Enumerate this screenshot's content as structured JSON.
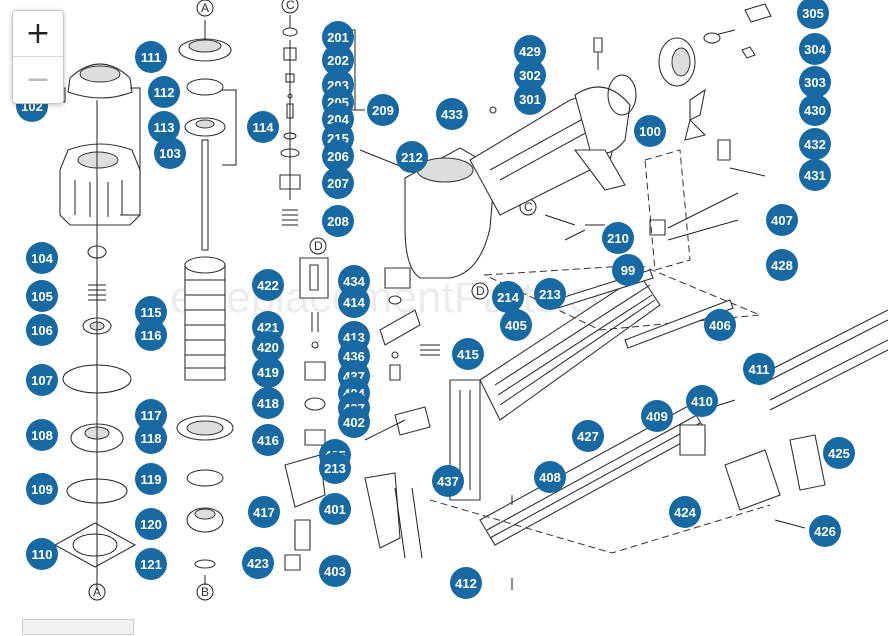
{
  "zoom_control": {
    "zoom_in_label": "+",
    "zoom_out_label": "−"
  },
  "watermark": "eReplacementParts.com",
  "section_letters": [
    "A",
    "C",
    "D",
    "B"
  ],
  "part_labels": [
    {
      "id": "p102",
      "label": "102"
    },
    {
      "id": "p103",
      "label": "103"
    },
    {
      "id": "p104",
      "label": "104"
    },
    {
      "id": "p105",
      "label": "105"
    },
    {
      "id": "p106",
      "label": "106"
    },
    {
      "id": "p107",
      "label": "107"
    },
    {
      "id": "p108",
      "label": "108"
    },
    {
      "id": "p109",
      "label": "109"
    },
    {
      "id": "p110",
      "label": "110"
    },
    {
      "id": "p111",
      "label": "111"
    },
    {
      "id": "p112",
      "label": "112"
    },
    {
      "id": "p113",
      "label": "113"
    },
    {
      "id": "p114",
      "label": "114"
    },
    {
      "id": "p115",
      "label": "115"
    },
    {
      "id": "p116",
      "label": "116"
    },
    {
      "id": "p117",
      "label": "117"
    },
    {
      "id": "p118",
      "label": "118"
    },
    {
      "id": "p119",
      "label": "119"
    },
    {
      "id": "p120",
      "label": "120"
    },
    {
      "id": "p121",
      "label": "121"
    },
    {
      "id": "p201",
      "label": "201"
    },
    {
      "id": "p202",
      "label": "202"
    },
    {
      "id": "p203",
      "label": "203"
    },
    {
      "id": "p205",
      "label": "205"
    },
    {
      "id": "p204",
      "label": "204"
    },
    {
      "id": "p209",
      "label": "209"
    },
    {
      "id": "p215",
      "label": "215"
    },
    {
      "id": "p206",
      "label": "206"
    },
    {
      "id": "p207",
      "label": "207"
    },
    {
      "id": "p208",
      "label": "208"
    },
    {
      "id": "p212",
      "label": "212"
    },
    {
      "id": "p433",
      "label": "433"
    },
    {
      "id": "p429",
      "label": "429"
    },
    {
      "id": "p302",
      "label": "302"
    },
    {
      "id": "p301",
      "label": "301"
    },
    {
      "id": "p100",
      "label": "100"
    },
    {
      "id": "p305",
      "label": "305"
    },
    {
      "id": "p304",
      "label": "304"
    },
    {
      "id": "p303",
      "label": "303"
    },
    {
      "id": "p430",
      "label": "430"
    },
    {
      "id": "p432",
      "label": "432"
    },
    {
      "id": "p431",
      "label": "431"
    },
    {
      "id": "p407",
      "label": "407"
    },
    {
      "id": "p428",
      "label": "428"
    },
    {
      "id": "p210",
      "label": "210"
    },
    {
      "id": "p99",
      "label": "99"
    },
    {
      "id": "p213a",
      "label": "213"
    },
    {
      "id": "p214",
      "label": "214"
    },
    {
      "id": "p405",
      "label": "405"
    },
    {
      "id": "p406",
      "label": "406"
    },
    {
      "id": "p422",
      "label": "422"
    },
    {
      "id": "p434",
      "label": "434"
    },
    {
      "id": "p414",
      "label": "414"
    },
    {
      "id": "p421",
      "label": "421"
    },
    {
      "id": "p420",
      "label": "420"
    },
    {
      "id": "p413",
      "label": "413"
    },
    {
      "id": "p436",
      "label": "436"
    },
    {
      "id": "p415",
      "label": "415"
    },
    {
      "id": "p419",
      "label": "419"
    },
    {
      "id": "p437a",
      "label": "437"
    },
    {
      "id": "p418",
      "label": "418"
    },
    {
      "id": "p404",
      "label": "404"
    },
    {
      "id": "p437b",
      "label": "437"
    },
    {
      "id": "p402",
      "label": "402"
    },
    {
      "id": "p416",
      "label": "416"
    },
    {
      "id": "p435",
      "label": "435"
    },
    {
      "id": "p213b",
      "label": "213"
    },
    {
      "id": "p437c",
      "label": "437"
    },
    {
      "id": "p417",
      "label": "417"
    },
    {
      "id": "p401",
      "label": "401"
    },
    {
      "id": "p423",
      "label": "423"
    },
    {
      "id": "p403",
      "label": "403"
    },
    {
      "id": "p411",
      "label": "411"
    },
    {
      "id": "p410",
      "label": "410"
    },
    {
      "id": "p409",
      "label": "409"
    },
    {
      "id": "p427",
      "label": "427"
    },
    {
      "id": "p408",
      "label": "408"
    },
    {
      "id": "p425",
      "label": "425"
    },
    {
      "id": "p424",
      "label": "424"
    },
    {
      "id": "p426",
      "label": "426"
    },
    {
      "id": "p412",
      "label": "412"
    }
  ],
  "colors": {
    "badge": "#1769a3",
    "line": "#222222"
  }
}
